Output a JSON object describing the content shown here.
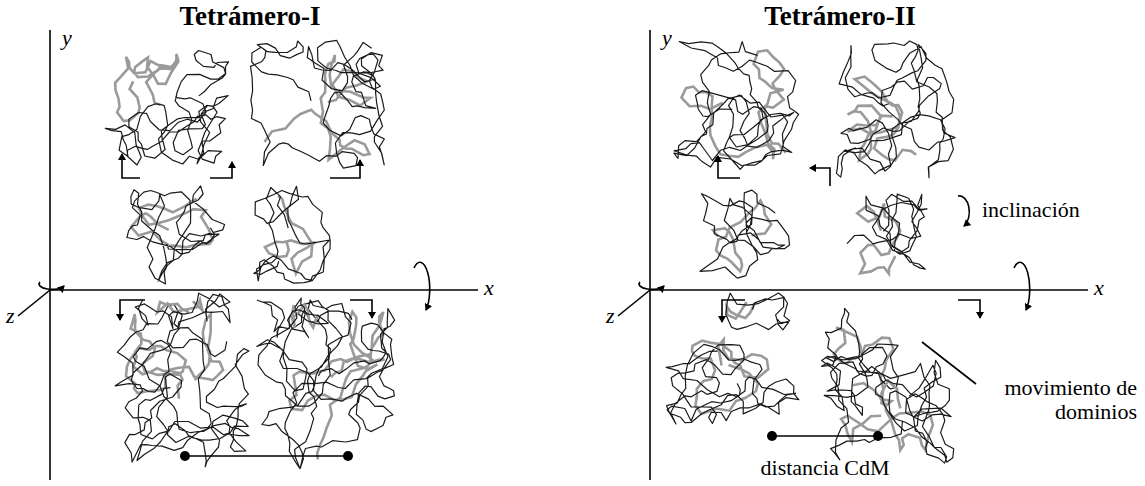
{
  "diagram": {
    "labels": [
      "Tetrámero-I",
      "y",
      "z",
      "x",
      "Tetrámero-II",
      "y",
      "z",
      "x",
      "inclinación",
      "movimiento de dominios",
      "distancia CdM"
    ]
  }
}
